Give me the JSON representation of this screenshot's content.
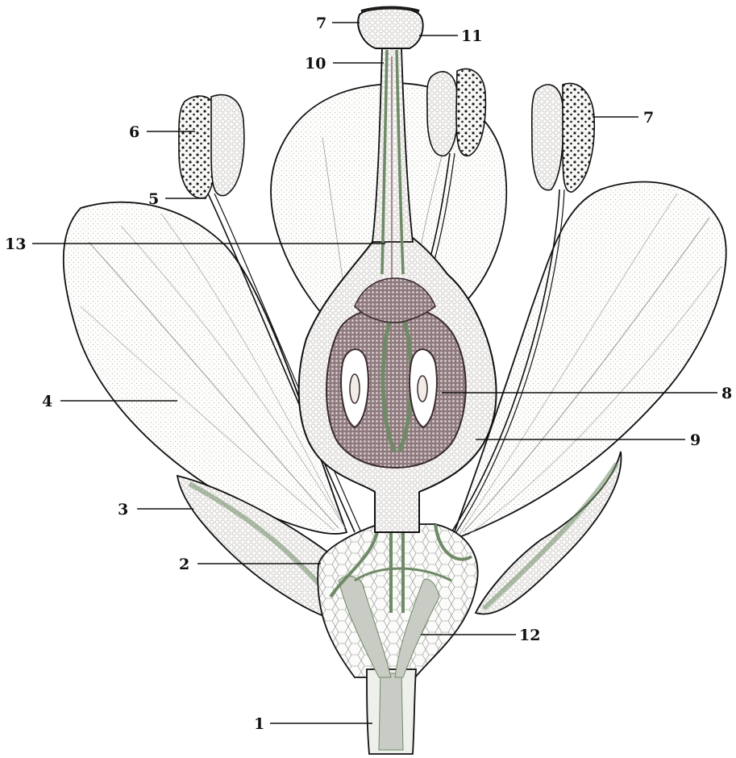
{
  "colors": {
    "background": "#ffffff",
    "ink": "#111111",
    "vascular": "#c9ccc4",
    "vascular_edge": "#6f8a66",
    "tissue": "#f6f4f0",
    "pollen": "#1a1a1a",
    "dark_tissue": "#3a2a2e"
  },
  "labels": {
    "l1": "1",
    "l2": "2",
    "l3": "3",
    "l4": "4",
    "l5": "5",
    "l6": "6",
    "l7_top": "7",
    "l7_right": "7",
    "l8": "8",
    "l9": "9",
    "l10": "10",
    "l11": "11",
    "l12": "12",
    "l13": "13"
  }
}
